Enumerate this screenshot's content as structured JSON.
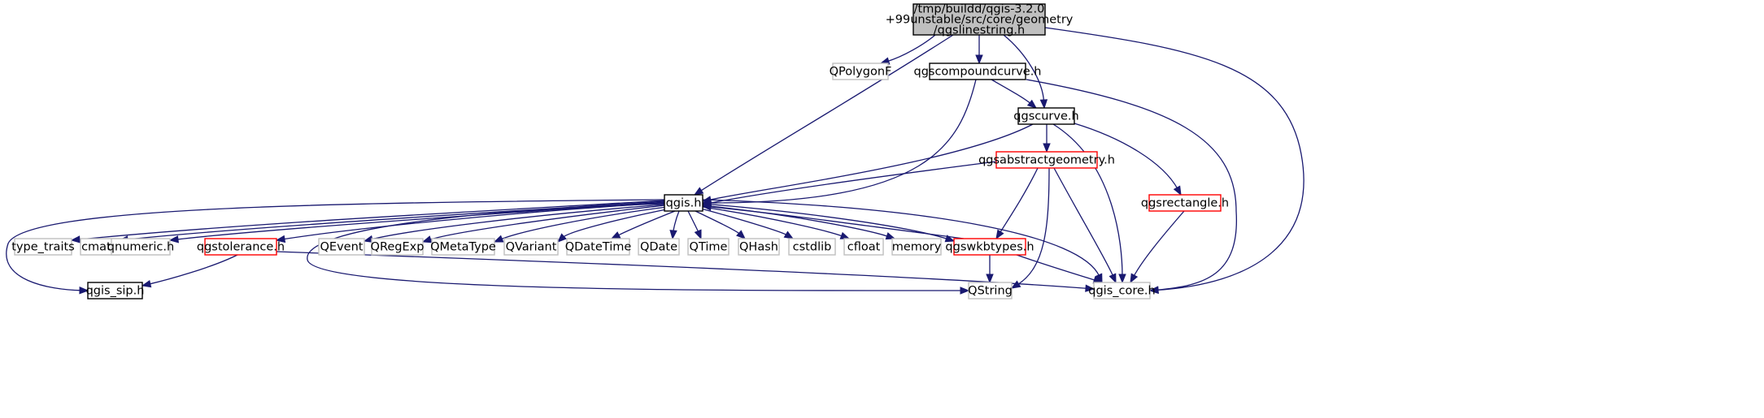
{
  "diagram": {
    "title": "",
    "colors": {
      "edge": "#191970",
      "root_fill": "#bfbfbf",
      "root_border": "#000000",
      "documented_border": "#000000",
      "truncated_border": "#ff0000",
      "external_border": "#bfbfbf",
      "external_text": "#000000",
      "node_fill": "#ffffff"
    },
    "nodes": [
      {
        "id": "root",
        "kind": "root",
        "lines": [
          "/tmp/buildd/qgis-3.2.0",
          "+99unstable/src/core/geometry",
          "/qgslinestring.h"
        ]
      },
      {
        "id": "qpolygonf",
        "kind": "external",
        "lines": [
          "QPolygonF"
        ]
      },
      {
        "id": "qgscompoundcurve",
        "kind": "documented",
        "lines": [
          "qgscompoundcurve.h"
        ]
      },
      {
        "id": "qgscurve",
        "kind": "documented",
        "lines": [
          "qgscurve.h"
        ]
      },
      {
        "id": "qgsabstractgeometry",
        "kind": "truncated",
        "lines": [
          "qgsabstractgeometry.h"
        ]
      },
      {
        "id": "qgsrectangle",
        "kind": "truncated",
        "lines": [
          "qgsrectangle.h"
        ]
      },
      {
        "id": "qgis",
        "kind": "documented",
        "lines": [
          "qgis.h"
        ]
      },
      {
        "id": "type_traits",
        "kind": "external",
        "lines": [
          "type_traits"
        ]
      },
      {
        "id": "cmath",
        "kind": "external",
        "lines": [
          "cmath"
        ]
      },
      {
        "id": "qnumeric",
        "kind": "external",
        "lines": [
          "qnumeric.h"
        ]
      },
      {
        "id": "qgstolerance",
        "kind": "truncated",
        "lines": [
          "qgstolerance.h"
        ]
      },
      {
        "id": "qevent",
        "kind": "external",
        "lines": [
          "QEvent"
        ]
      },
      {
        "id": "qregexp",
        "kind": "external",
        "lines": [
          "QRegExp"
        ]
      },
      {
        "id": "qmetatype",
        "kind": "external",
        "lines": [
          "QMetaType"
        ]
      },
      {
        "id": "qvariant",
        "kind": "external",
        "lines": [
          "QVariant"
        ]
      },
      {
        "id": "qdatetime",
        "kind": "external",
        "lines": [
          "QDateTime"
        ]
      },
      {
        "id": "qdate",
        "kind": "external",
        "lines": [
          "QDate"
        ]
      },
      {
        "id": "qtime",
        "kind": "external",
        "lines": [
          "QTime"
        ]
      },
      {
        "id": "qhash",
        "kind": "external",
        "lines": [
          "QHash"
        ]
      },
      {
        "id": "cstdlib",
        "kind": "external",
        "lines": [
          "cstdlib"
        ]
      },
      {
        "id": "cfloat",
        "kind": "external",
        "lines": [
          "cfloat"
        ]
      },
      {
        "id": "memory",
        "kind": "external",
        "lines": [
          "memory"
        ]
      },
      {
        "id": "qgswkbtypes",
        "kind": "truncated",
        "lines": [
          "qgswkbtypes.h"
        ]
      },
      {
        "id": "qgis_sip",
        "kind": "documented",
        "lines": [
          "qgis_sip.h"
        ]
      },
      {
        "id": "qstring",
        "kind": "external",
        "lines": [
          "QString"
        ]
      },
      {
        "id": "qgis_core",
        "kind": "external",
        "lines": [
          "qgis_core.h"
        ]
      }
    ],
    "edges": [
      [
        "root",
        "qpolygonf"
      ],
      [
        "root",
        "qgscompoundcurve"
      ],
      [
        "root",
        "qgscurve"
      ],
      [
        "root",
        "qgis"
      ],
      [
        "root",
        "qgis_core"
      ],
      [
        "qgscompoundcurve",
        "qgscurve"
      ],
      [
        "qgscompoundcurve",
        "qgis"
      ],
      [
        "qgscompoundcurve",
        "qgis_core"
      ],
      [
        "qgscurve",
        "qgsabstractgeometry"
      ],
      [
        "qgscurve",
        "qgsrectangle"
      ],
      [
        "qgscurve",
        "qgis"
      ],
      [
        "qgscurve",
        "qgis_core"
      ],
      [
        "qgsabstractgeometry",
        "qgis"
      ],
      [
        "qgsabstractgeometry",
        "qgswkbtypes"
      ],
      [
        "qgsabstractgeometry",
        "qstring"
      ],
      [
        "qgsabstractgeometry",
        "qgis_core"
      ],
      [
        "qgsrectangle",
        "qgis_core"
      ],
      [
        "qgis",
        "type_traits"
      ],
      [
        "qgis",
        "cmath"
      ],
      [
        "qgis",
        "qnumeric"
      ],
      [
        "qgis",
        "qgstolerance"
      ],
      [
        "qgis",
        "qevent"
      ],
      [
        "qgis",
        "qregexp"
      ],
      [
        "qgis",
        "qmetatype"
      ],
      [
        "qgis",
        "qvariant"
      ],
      [
        "qgis",
        "qdatetime"
      ],
      [
        "qgis",
        "qdate"
      ],
      [
        "qgis",
        "qtime"
      ],
      [
        "qgis",
        "qhash"
      ],
      [
        "qgis",
        "cstdlib"
      ],
      [
        "qgis",
        "cfloat"
      ],
      [
        "qgis",
        "memory"
      ],
      [
        "qgis",
        "qgswkbtypes"
      ],
      [
        "qgis",
        "qgis_sip"
      ],
      [
        "qgis",
        "qstring"
      ],
      [
        "qgis",
        "qgis_core"
      ],
      [
        "qgstolerance",
        "qgis_sip"
      ],
      [
        "qgstolerance",
        "qgis_core"
      ],
      [
        "qgswkbtypes",
        "qgis"
      ],
      [
        "qgswkbtypes",
        "qstring"
      ],
      [
        "qgswkbtypes",
        "qgis_core"
      ]
    ]
  }
}
